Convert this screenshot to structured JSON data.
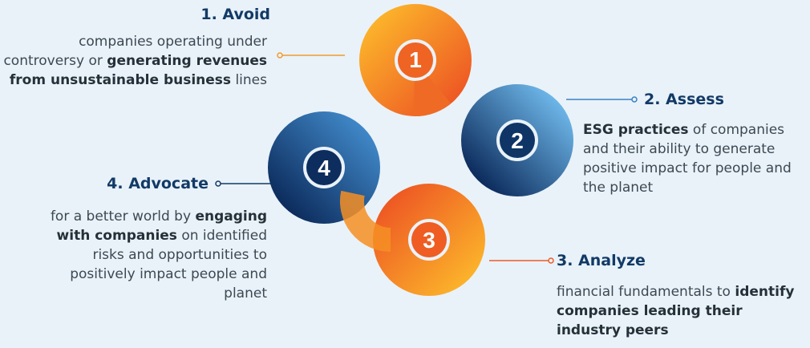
{
  "steps": [
    {
      "number": "1",
      "title": "1. Avoid",
      "desc": [
        {
          "text": "companies operating under controversy or ",
          "bold": false
        },
        {
          "text": "generating revenues from unsustainable business",
          "bold": true
        },
        {
          "text": " lines",
          "bold": false
        }
      ]
    },
    {
      "number": "2",
      "title": "2. Assess",
      "desc": [
        {
          "text": "ESG practices",
          "bold": true
        },
        {
          "text": " of companies and their ability to generate positive impact for people and the planet",
          "bold": false
        }
      ]
    },
    {
      "number": "3",
      "title": "3. Analyze",
      "desc": [
        {
          "text": "financial fundamentals to ",
          "bold": false
        },
        {
          "text": "identify companies leading their industry peers",
          "bold": true
        }
      ]
    },
    {
      "number": "4",
      "title": "4. Advocate",
      "desc": [
        {
          "text": "for a better world by ",
          "bold": false
        },
        {
          "text": "engaging with companies",
          "bold": true
        },
        {
          "text": " on identified risks and opportunities to positively impact people and planet",
          "bold": false
        }
      ]
    }
  ],
  "colors": {
    "orange_light": "#f8a523",
    "orange_dark": "#ee5a24",
    "blue_light": "#5fa9e0",
    "blue_dark": "#0d2d5e",
    "title": "#123a66",
    "background": "#e9f2f9"
  }
}
